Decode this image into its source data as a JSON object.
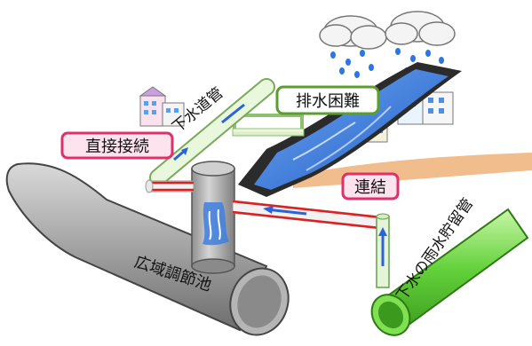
{
  "labels": {
    "sewer_pipe": "下水道管",
    "drainage_difficulty": "排水困難",
    "direct_connection": "直接接続",
    "link": "連結",
    "regional_reservoir": "広域調節池",
    "rainwater_storage_pipe": "下水の雨水貯留管"
  },
  "colors": {
    "label_green_border": "#5a9e2f",
    "label_pink_border": "#e0306a",
    "label_pink_fill": "#fde3ee",
    "storage_pipe_green": "#63d13a",
    "water_blue": "#2f6fd6",
    "flow_red": "#e02020",
    "reservoir_gray": "#9a9a9a",
    "ground": "#e9a86a"
  }
}
